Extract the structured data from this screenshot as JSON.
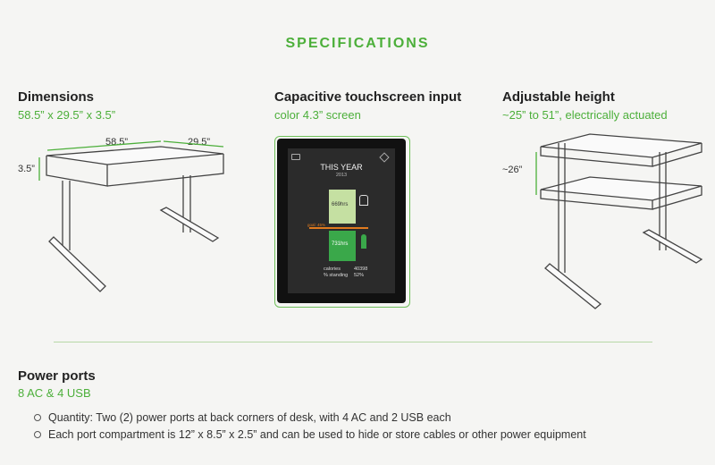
{
  "title": "SPECIFICATIONS",
  "columns": {
    "dimensions": {
      "heading": "Dimensions",
      "sub": "58.5” x 29.5” x 3.5”",
      "labels": {
        "width": "58.5”",
        "depth": "29.5”",
        "thickness": "3.5”"
      }
    },
    "touchscreen": {
      "heading": "Capacitive touchscreen input",
      "sub": "color 4.3” screen"
    },
    "height": {
      "heading": "Adjustable height",
      "sub": "~25” to 51”, electrically actuated",
      "labels": {
        "range": "~26”"
      }
    }
  },
  "screen": {
    "title": "THIS YEAR",
    "year": "2013",
    "sitting": "669hrs",
    "standing": "731hrs",
    "goal": "goal: 45%",
    "calories_label": "calories",
    "calories_value": "40398",
    "standing_label": "% standing",
    "standing_value": "52%"
  },
  "power": {
    "heading": "Power ports",
    "sub": "8 AC & 4 USB",
    "bullets": [
      "Quantity: Two (2) power ports at back corners of desk, with 4 AC and 2 USB each",
      "Each port compartment is 12” x 8.5” x 2.5” and can be used to hide or store cables or other power equipment"
    ]
  },
  "colors": {
    "accent": "#4caf3a",
    "divider": "#b7d9a8",
    "sit_bar": "#c5e0a2",
    "stand_bar": "#3aa84a",
    "goal_line": "#e07a1f"
  }
}
